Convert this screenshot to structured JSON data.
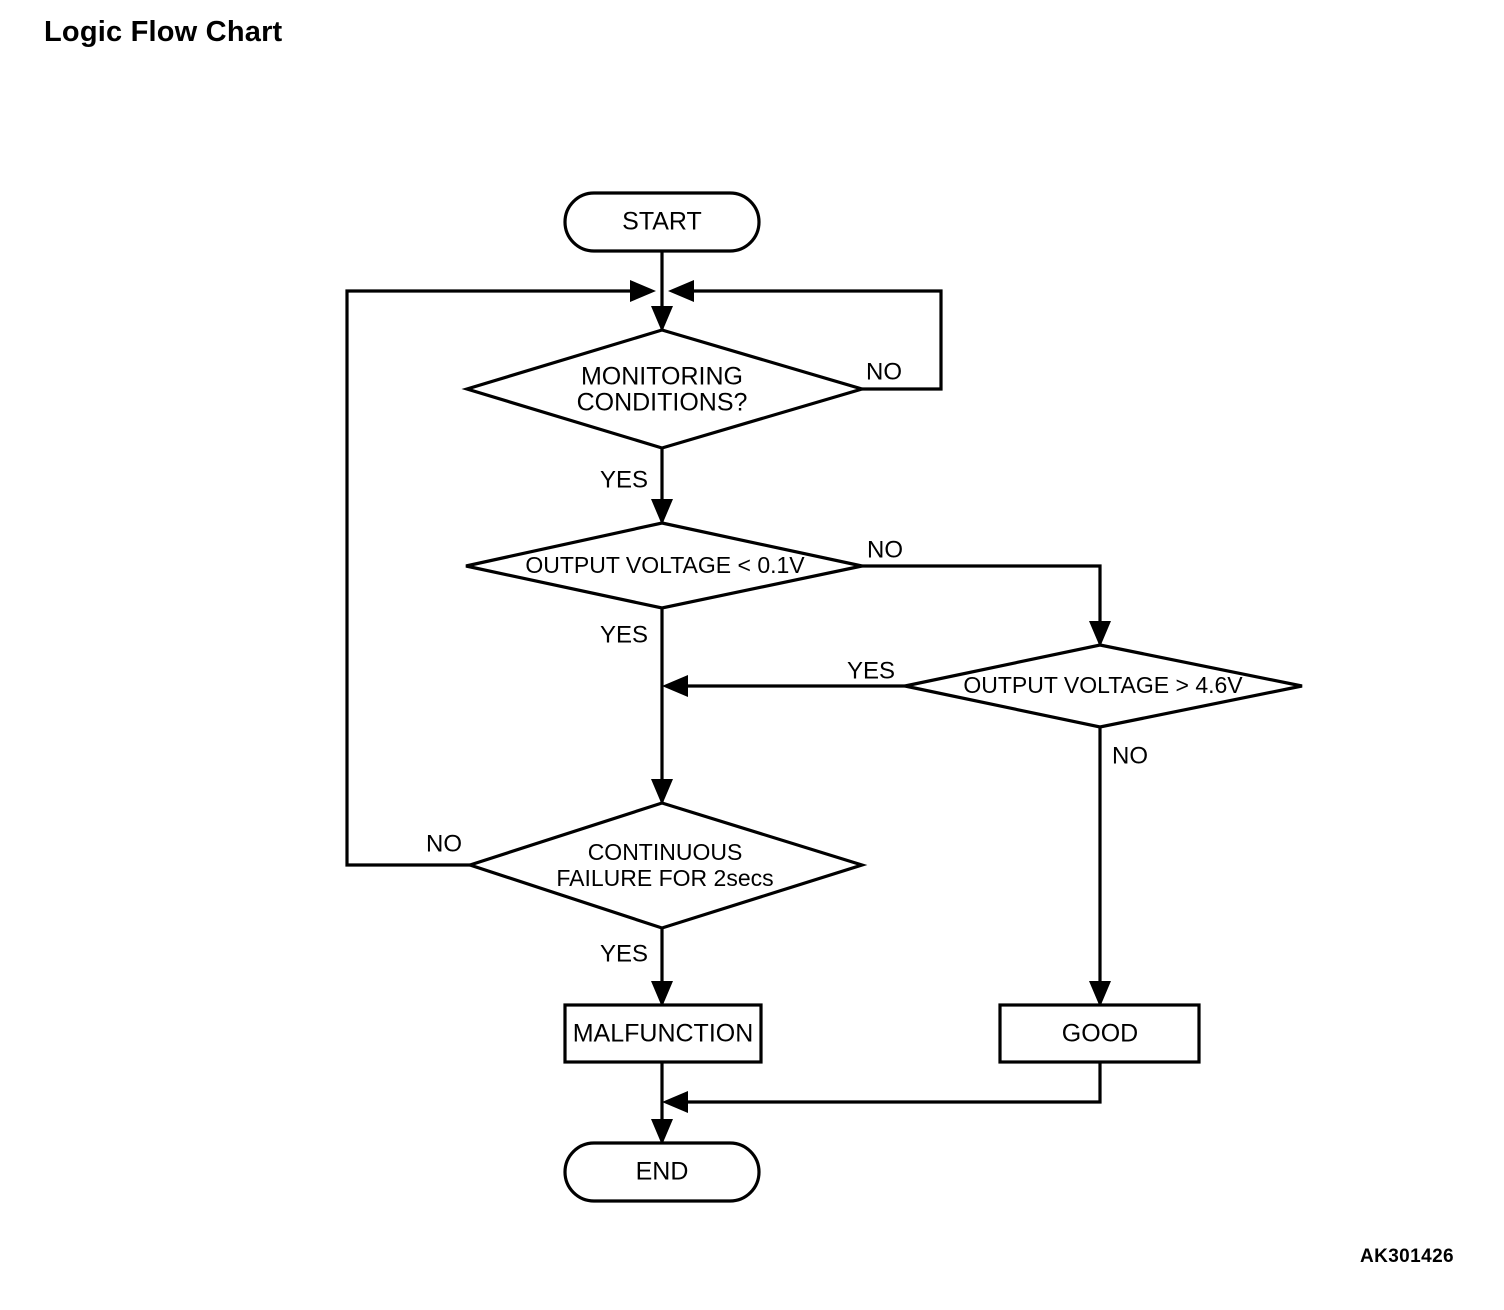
{
  "title": "Logic Flow Chart",
  "reference_code": "AK301426",
  "diagram": {
    "type": "flowchart",
    "nodes": {
      "start": {
        "label": "START",
        "shape": "terminator"
      },
      "monitoring": {
        "label_line1": "MONITORING",
        "label_line2": "CONDITIONS?",
        "shape": "decision"
      },
      "voltage_low": {
        "label": "OUTPUT VOLTAGE < 0.1V",
        "shape": "decision"
      },
      "voltage_high": {
        "label": "OUTPUT VOLTAGE > 4.6V",
        "shape": "decision"
      },
      "continuous_failure": {
        "label_line1": "CONTINUOUS",
        "label_line2": "FAILURE FOR 2secs",
        "shape": "decision"
      },
      "malfunction": {
        "label": "MALFUNCTION",
        "shape": "process"
      },
      "good": {
        "label": "GOOD",
        "shape": "process"
      },
      "end": {
        "label": "END",
        "shape": "terminator"
      }
    },
    "edge_labels": {
      "monitoring_no": "NO",
      "monitoring_yes": "YES",
      "voltage_low_no": "NO",
      "voltage_low_yes": "YES",
      "voltage_high_yes": "YES",
      "voltage_high_no": "NO",
      "failure_no": "NO",
      "failure_yes": "YES"
    },
    "colors": {
      "stroke": "#000000",
      "fill": "#ffffff",
      "text": "#000000",
      "background": "#ffffff"
    }
  }
}
